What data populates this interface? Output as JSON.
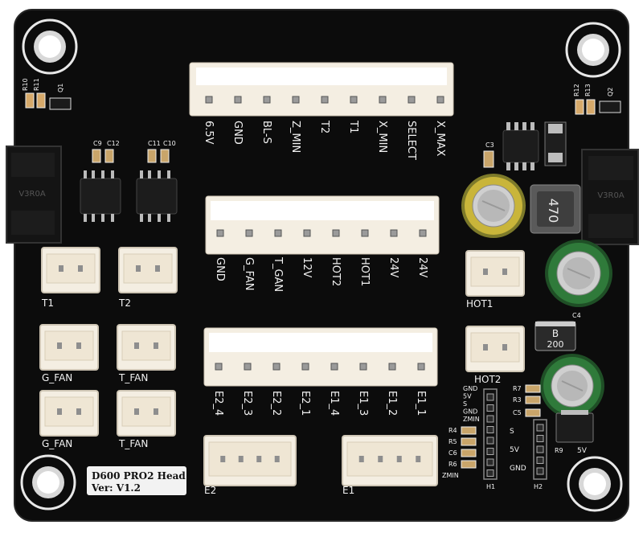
{
  "board": {
    "label_line1": "D600 PRO2 Head",
    "label_line2": "Ver: V1.2",
    "colors": {
      "pcb": "#0c0c0c",
      "silk": "#f2f2f2",
      "connector": "#f4eee2",
      "pad": "#c9c9c9",
      "cap_green": "#2f7a3a",
      "cap_yellow": "#c9b53a"
    }
  },
  "top_connector_labels": [
    "6.5V",
    "GND",
    "BL-S",
    "Z_MIN",
    "T2",
    "T1",
    "X_MIN",
    "SELECT",
    "X_MAX"
  ],
  "mid_connector_labels": [
    "GND",
    "G_FAN",
    "T_GAN",
    "12V",
    "HOT2",
    "HOT1",
    "24V",
    "24V"
  ],
  "bottom_connector_labels": [
    "E2_4",
    "E2_3",
    "E2_2",
    "E2_1",
    "E1_4",
    "E1_3",
    "E1_2",
    "E1_1"
  ],
  "jst_labels": {
    "t1": "T1",
    "t2": "T2",
    "g_fan_1": "G_FAN",
    "t_fan_1": "T_FAN",
    "g_fan_2": "G_FAN",
    "t_fan_2": "T_FAN",
    "hot1": "HOT1",
    "hot2": "HOT2",
    "e2": "E2",
    "e1": "E1"
  },
  "refdes": {
    "r10": "R10",
    "r11": "R11",
    "q1": "Q1",
    "r12": "R12",
    "r13": "R13",
    "q2": "Q2",
    "c9": "C9",
    "c12": "C12",
    "c11": "C11",
    "c10": "C10",
    "c3": "C3",
    "c4": "C4",
    "r7": "R7",
    "r3": "R3",
    "c5": "C5",
    "r9": "R9",
    "r4": "R4",
    "r5": "R5",
    "c6": "C6",
    "r6": "R6",
    "zmin": "ZMIN",
    "h1": "H1",
    "h2": "H2"
  },
  "h1_pins": [
    "GND",
    "5V",
    "S",
    "GND",
    "ZMIN"
  ],
  "h2_pins": [
    "S",
    "5V",
    "GND"
  ],
  "h2_5v_label": "5V",
  "inductor_value": "470",
  "diode_letter": "B",
  "diode_value": "200",
  "mosfet_marking": "V3R0A"
}
